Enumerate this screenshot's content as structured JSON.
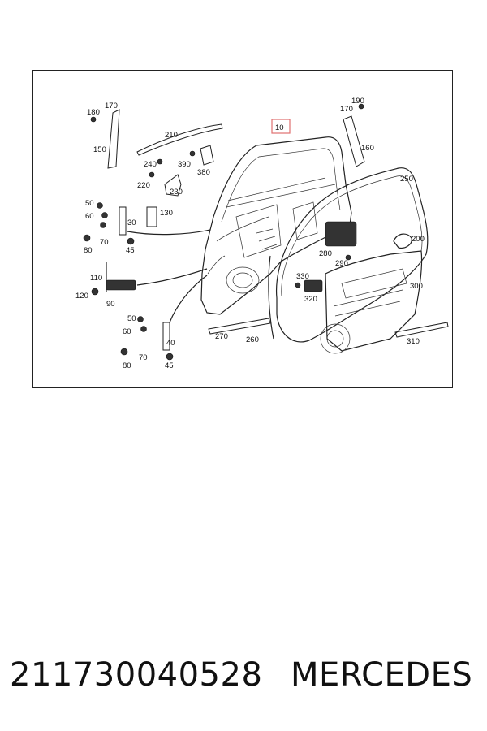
{
  "diagram": {
    "highlighted_callout": "10",
    "highlight_color": "#e07070",
    "callouts": {
      "c10": "10",
      "c30": "30",
      "c40": "40",
      "c45a": "45",
      "c45b": "45",
      "c50a": "50",
      "c50b": "50",
      "c60a": "60",
      "c60b": "60",
      "c70a": "70",
      "c70b": "70",
      "c80a": "80",
      "c80b": "80",
      "c90": "90",
      "c110": "110",
      "c120": "120",
      "c130": "130",
      "c150": "150",
      "c160": "160",
      "c170a": "170",
      "c170b": "170",
      "c180": "180",
      "c190": "190",
      "c200": "200",
      "c210": "210",
      "c220": "220",
      "c230": "230",
      "c240": "240",
      "c250": "250",
      "c260": "260",
      "c270": "270",
      "c280": "280",
      "c290": "290",
      "c300": "300",
      "c310": "310",
      "c320": "320",
      "c330": "330",
      "c380": "380",
      "c390": "390"
    }
  },
  "footer": {
    "part_number": "211730040528",
    "brand": "MERCEDES"
  }
}
